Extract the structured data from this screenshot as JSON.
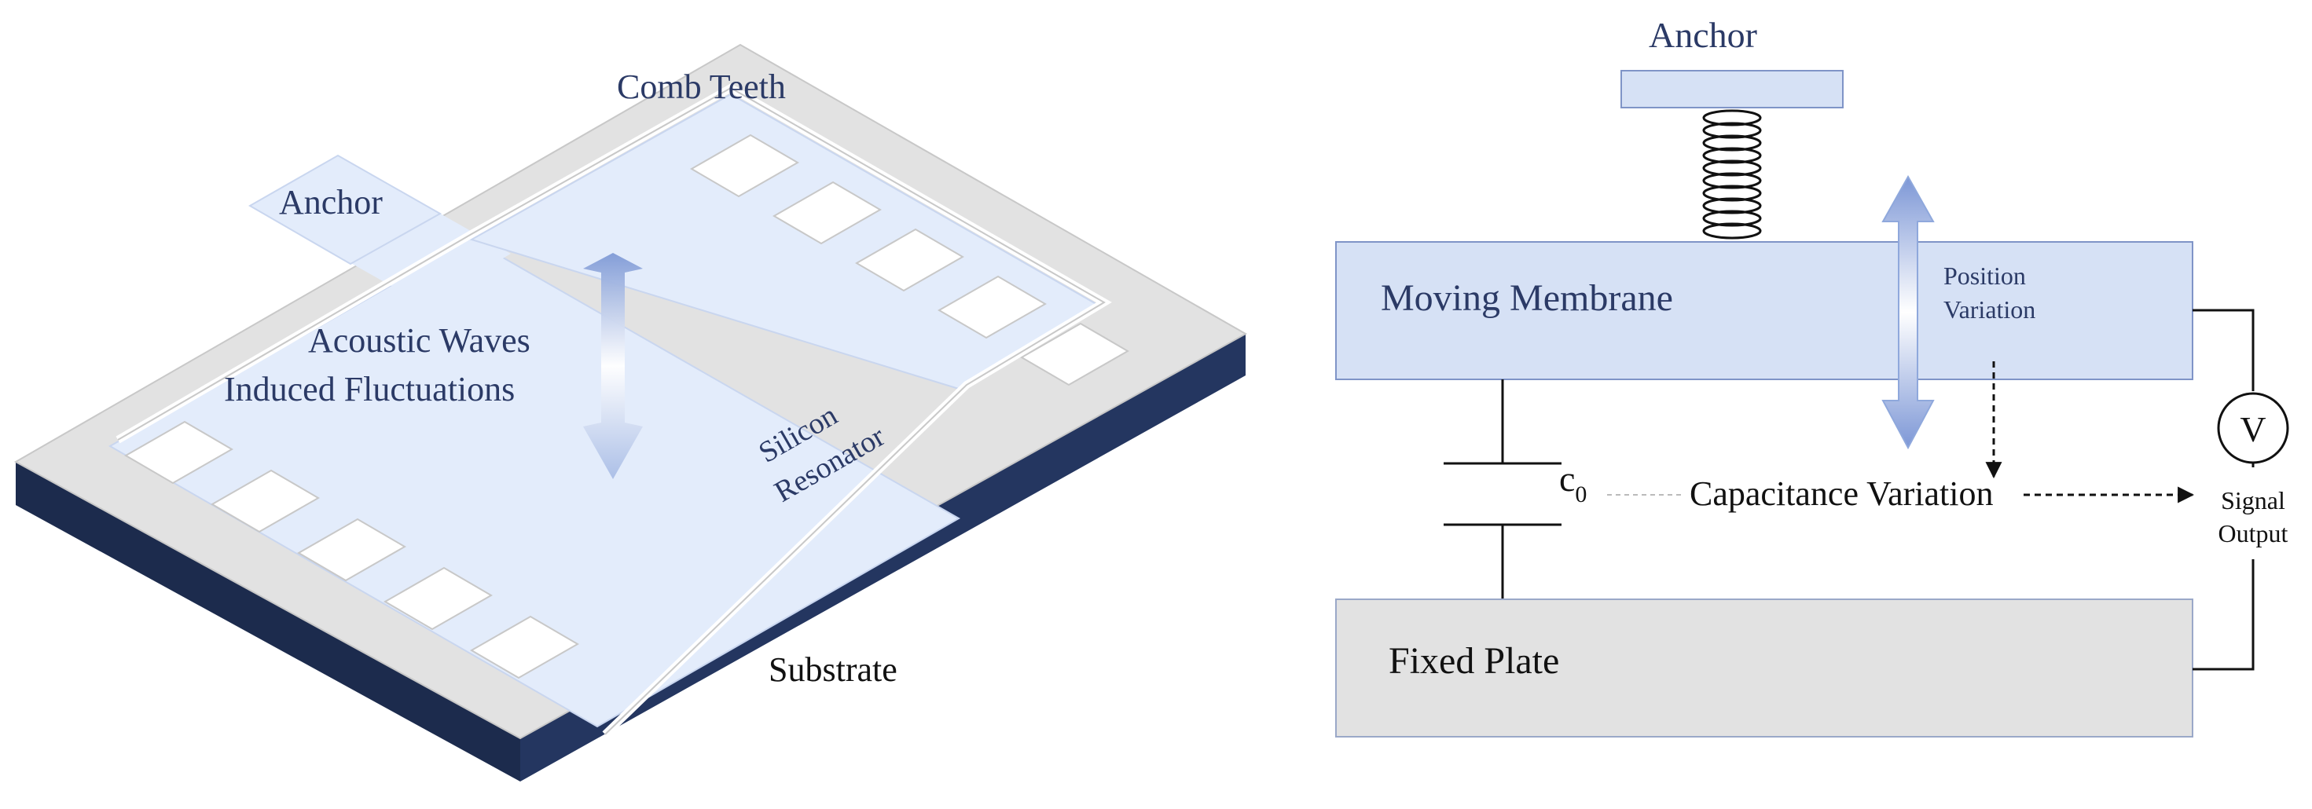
{
  "left_panel": {
    "labels": {
      "anchor": "Anchor",
      "comb_teeth": "Comb Teeth",
      "acoustic_line1": "Acoustic Waves",
      "acoustic_line2": "Induced Fluctuations",
      "silicon_line1": "Silicon",
      "silicon_line2": "Resonator",
      "substrate": "Substrate"
    }
  },
  "right_panel": {
    "labels": {
      "anchor": "Anchor",
      "moving_membrane": "Moving Membrane",
      "position_line1": "Position",
      "position_line2": "Variation",
      "capacitor_c": "c",
      "capacitor_sub": "0",
      "capacitance_variation": "Capacitance Variation",
      "voltmeter": "V",
      "signal_line1": "Signal",
      "signal_line2": "Output",
      "fixed_plate": "Fixed Plate"
    }
  },
  "colors": {
    "light_blue_fill": "#e3ecfb",
    "membrane_fill": "#d6e1f5",
    "gray_fill": "#e2e2e2",
    "substrate_dark": "#1c2b4d",
    "label_navy": "#2b3a66",
    "arrow_blue": "#8fa8dc"
  }
}
